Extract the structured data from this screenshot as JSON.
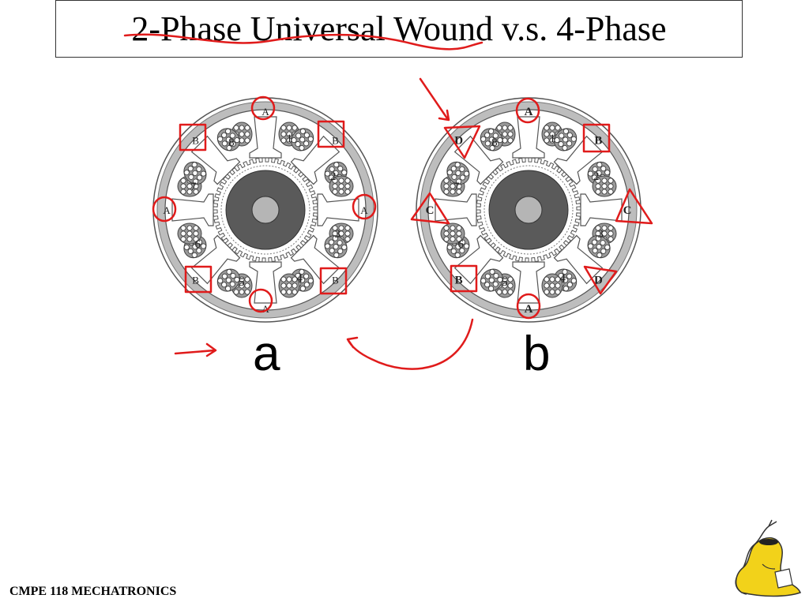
{
  "title": "2-Phase Universal Wound v.s. 4-Phase",
  "motor_a": {
    "caption": "a",
    "slot_numbers": [
      "1",
      "2",
      "3",
      "4",
      "5",
      "6",
      "7",
      "8"
    ],
    "pole_labels": [
      "A",
      "B",
      "A",
      "B",
      "A",
      "B",
      "A",
      "B"
    ]
  },
  "motor_b": {
    "caption": "b",
    "slot_numbers": [
      "1",
      "2",
      "3",
      "4",
      "5",
      "6",
      "7",
      "8"
    ],
    "pole_labels": [
      "A",
      "B",
      "C",
      "D",
      "A",
      "B",
      "C",
      "D"
    ]
  },
  "footer": "CMPE 118 MECHATRONICS",
  "colors": {
    "annotation": "#e01b1b",
    "stator_ring": "#bdbdbd",
    "rotor_core": "#5a5a5a",
    "logo": "#f2d21a"
  },
  "icons": {
    "logo": "banana-slug-logo-icon"
  }
}
